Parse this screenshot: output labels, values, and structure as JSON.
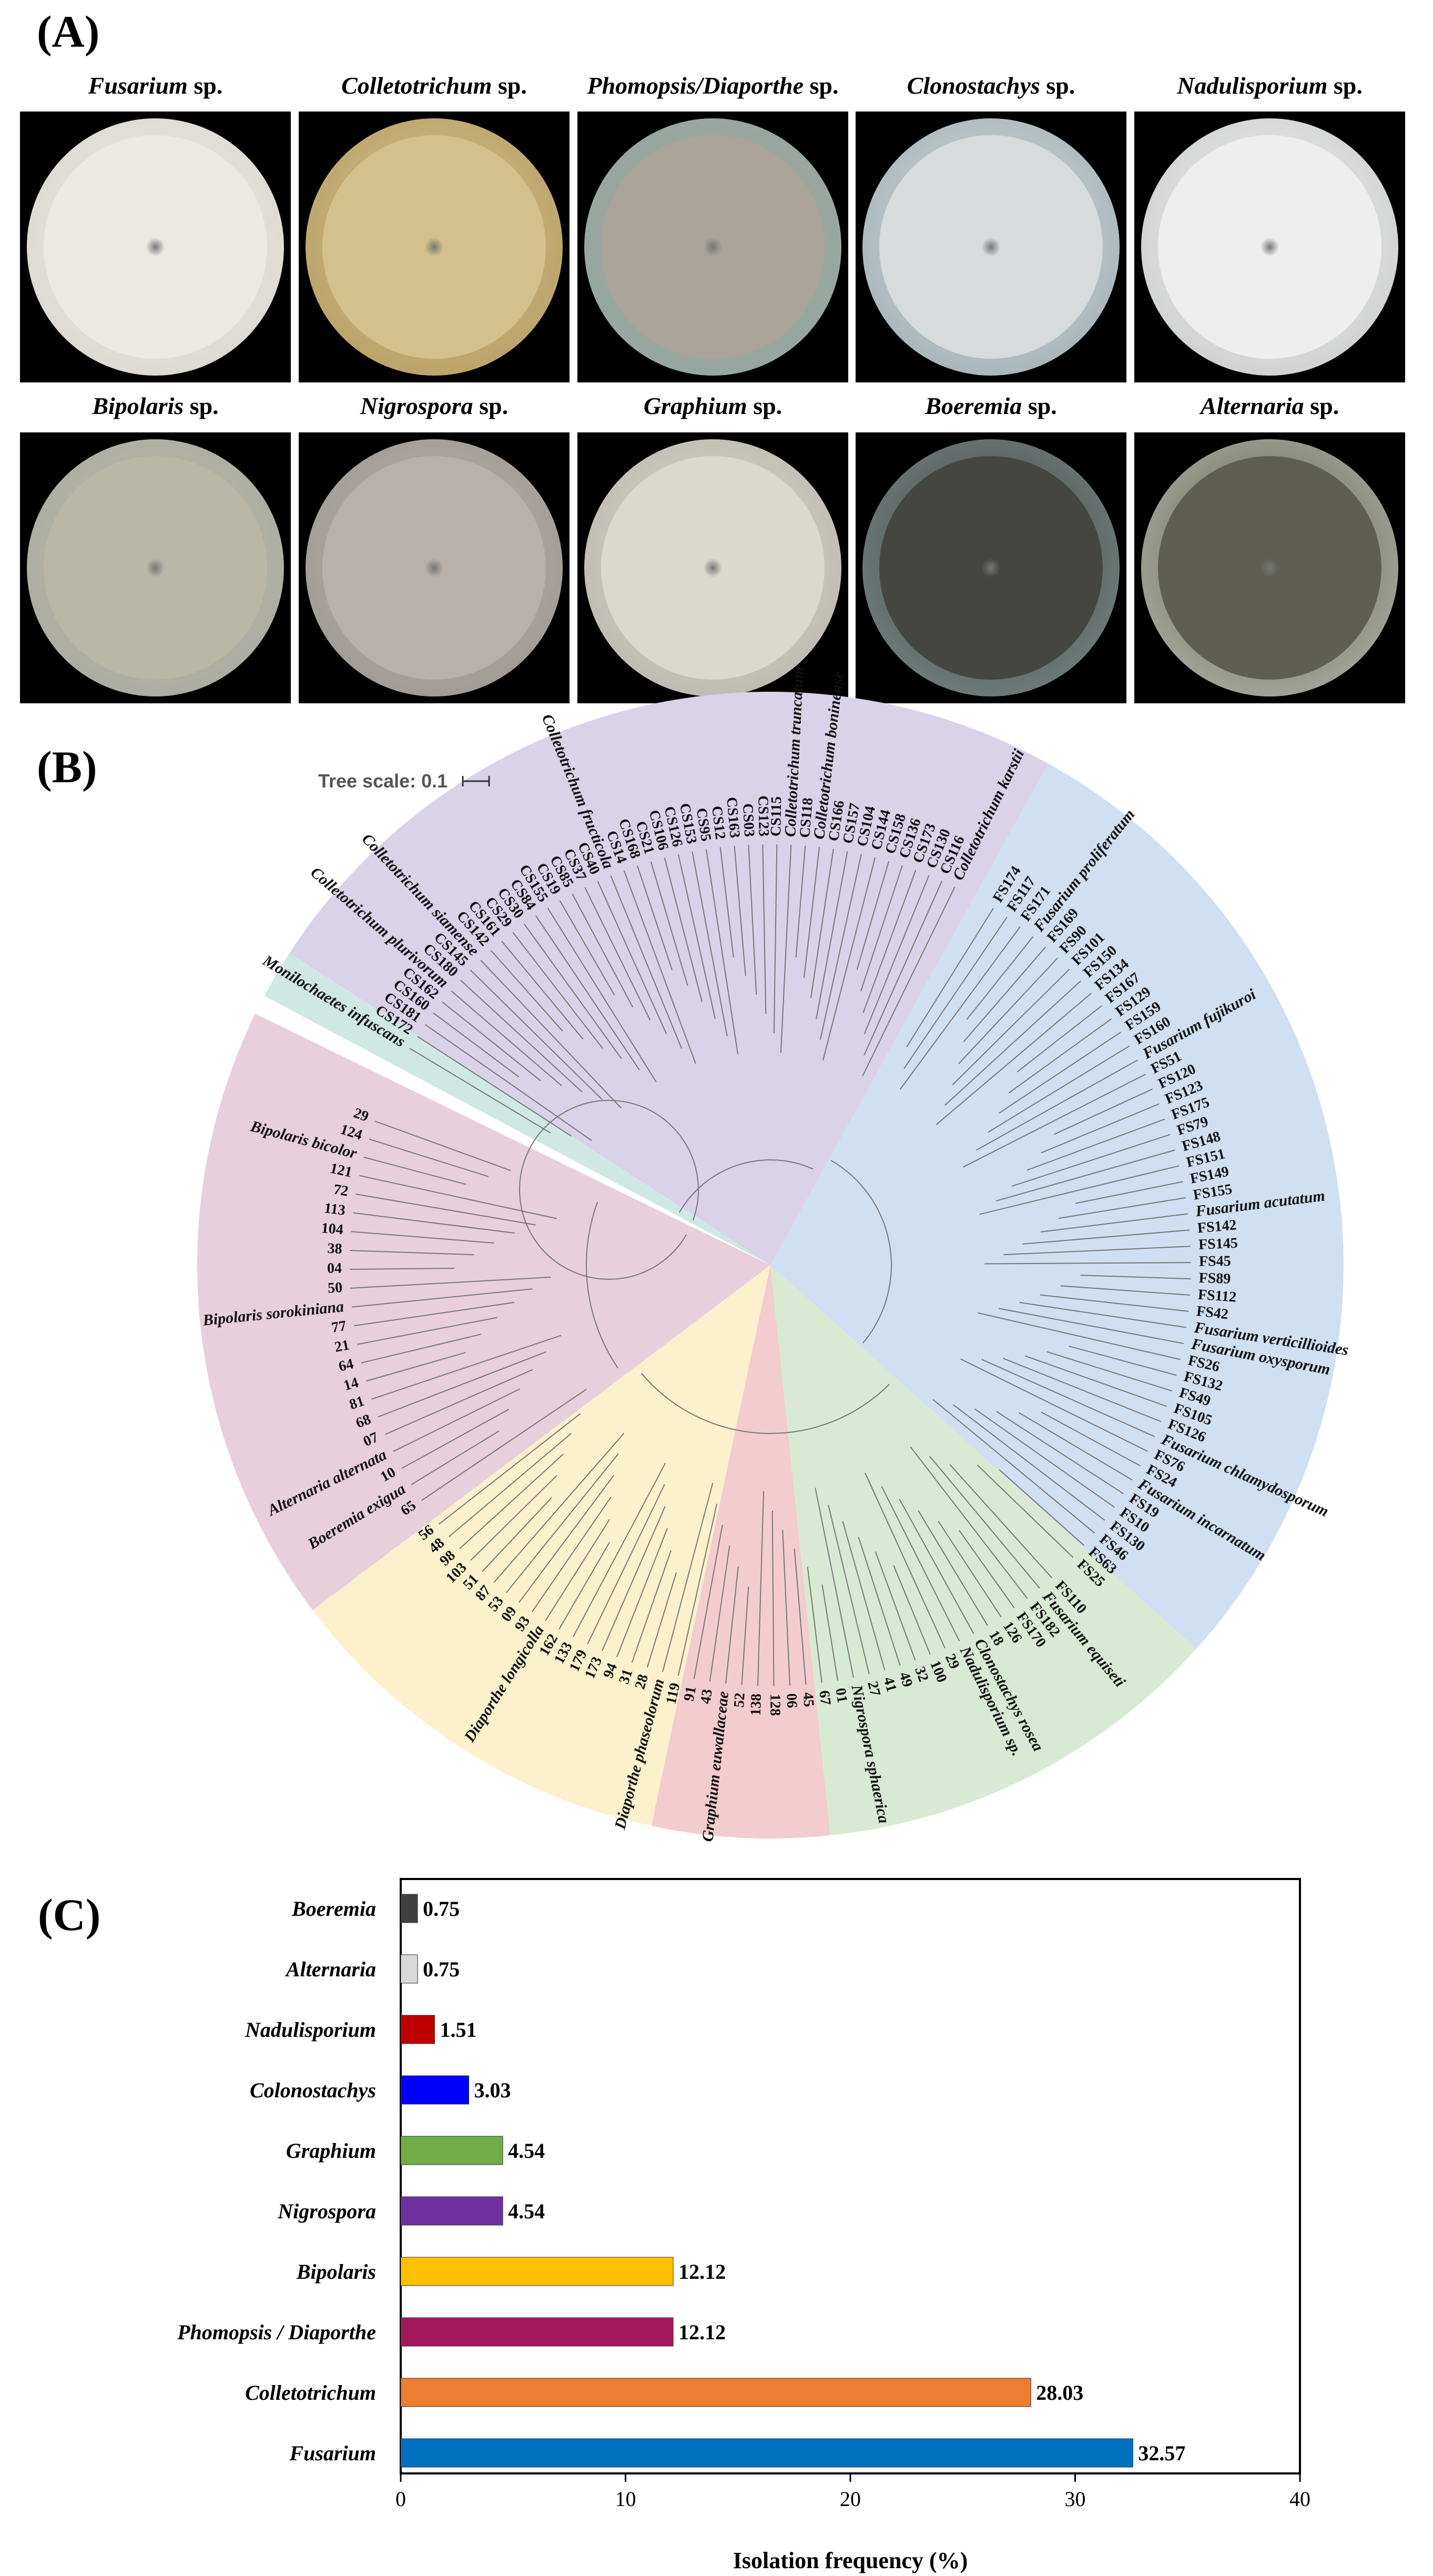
{
  "panels": {
    "a": "(A)",
    "b": "(B)",
    "c": "(C)"
  },
  "plates": [
    {
      "genus": "Fusarium",
      "suffix": " sp.",
      "dish": "#d8d5cd",
      "inner": "#ece9e3"
    },
    {
      "genus": "Colletotrichum",
      "suffix": " sp.",
      "dish": "#b39a60",
      "inner": "#d4c08c"
    },
    {
      "genus": "Phomopsis/Diaporthe",
      "suffix": " sp.",
      "dish": "#8fa7a3",
      "inner": "#a9a39a"
    },
    {
      "genus": "Clonostachys",
      "suffix": " sp.",
      "dish": "#9aaab0",
      "inner": "#d7dbdb"
    },
    {
      "genus": "Nadulisporium",
      "suffix": " sp.",
      "dish": "#c7c9c8",
      "inner": "#eeeeee"
    },
    {
      "genus": "Bipolaris",
      "suffix": " sp.",
      "dish": "#a8aaa2",
      "inner": "#b9b7a6"
    },
    {
      "genus": "Nigrospora",
      "suffix": " sp.",
      "dish": "#9a9590",
      "inner": "#b8b1ab"
    },
    {
      "genus": "Graphium",
      "suffix": " sp.",
      "dish": "#b5b2a8",
      "inner": "#dbd8cf"
    },
    {
      "genus": "Boeremia",
      "suffix": " sp.",
      "dish": "#7b8c8c",
      "inner": "#454541"
    },
    {
      "genus": "Alternaria",
      "suffix": " sp.",
      "dish": "#b9bbb0",
      "inner": "#5e5f52"
    }
  ],
  "tree": {
    "scale_label": "Tree scale: 0.1",
    "clades": [
      {
        "name": "Colletotrichum",
        "color": "#d9d2e8"
      },
      {
        "name": "Fusarium",
        "color": "#cfe0f2"
      },
      {
        "name": "Nigrospora/Clonostachys/Nadulisporium",
        "color": "#d8ead3"
      },
      {
        "name": "Graphium",
        "color": "#f2cccf"
      },
      {
        "name": "Diaporthe",
        "color": "#fdf1cd"
      },
      {
        "name": "Bipolaris/Alternaria/Boeremia",
        "color": "#e8cfdb"
      },
      {
        "name": "Monilochaetes",
        "color": "#cfe8e3"
      }
    ],
    "leaves": [
      "Colletotrichum karstii",
      "CS116",
      "CS130",
      "CS173",
      "CS136",
      "CS158",
      "CS144",
      "CS104",
      "CS157",
      "CS166",
      "Colletotrichum boninense",
      "CS118",
      "Colletotrichum truncatum",
      "CS115",
      "CS123",
      "CS03",
      "CS163",
      "CS12",
      "CS95",
      "CS153",
      "CS126",
      "CS106",
      "CS21",
      "CS168",
      "CS14",
      "Colletotrichum fructicola",
      "CS40",
      "CS37",
      "CS85",
      "CS19",
      "CS155",
      "CS84",
      "CS30",
      "CS29",
      "CS161",
      "CS142",
      "Colletotrichum siamense",
      "CS145",
      "CS180",
      "Colletotrichum plurivorum",
      "CS162",
      "CS160",
      "CS181",
      "CS172",
      "Monilochaetes infuscans",
      "29",
      "124",
      "Bipolaris bicolor",
      "121",
      "72",
      "113",
      "104",
      "38",
      "04",
      "50",
      "Bipolaris sorokiniana",
      "77",
      "21",
      "64",
      "14",
      "81",
      "68",
      "07",
      "Alternaria alternata",
      "10",
      "Boeremia exigua",
      "65",
      "56",
      "48",
      "98",
      "103",
      "51",
      "87",
      "53",
      "09",
      "93",
      "Diaporthe longicolla",
      "162",
      "133",
      "179",
      "173",
      "94",
      "31",
      "28",
      "Diaporthe phaseolorum",
      "119",
      "91",
      "43",
      "Graphium euwallaceae",
      "52",
      "138",
      "128",
      "06",
      "45",
      "67",
      "01",
      "Nigrospora sphaerica",
      "27",
      "41",
      "49",
      "32",
      "100",
      "29",
      "Nadulisporium sp.",
      "Clonostachys rosea",
      "18",
      "126",
      "FS170",
      "FS182",
      "Fusarium equiseti",
      "FS110",
      "FS25",
      "FS63",
      "FS46",
      "FS130",
      "FS10",
      "FS19",
      "Fusarium incarnatum",
      "FS24",
      "FS76",
      "Fusarium chlamydosporum",
      "FS126",
      "FS105",
      "FS49",
      "FS132",
      "FS26",
      "Fusarium oxysporum",
      "Fusarium verticillioides",
      "FS42",
      "FS112",
      "FS89",
      "FS45",
      "FS145",
      "FS142",
      "Fusarium acutatum",
      "FS155",
      "FS149",
      "FS151",
      "FS148",
      "FS79",
      "FS175",
      "FS123",
      "FS120",
      "FS51",
      "Fusarium fujikuroi",
      "FS160",
      "FS159",
      "FS129",
      "FS167",
      "FS134",
      "FS150",
      "FS101",
      "FS90",
      "FS169",
      "Fusarium proliferatum",
      "FS171",
      "FS117",
      "FS174"
    ]
  },
  "chart_data": {
    "type": "bar",
    "orientation": "horizontal",
    "categories": [
      "Boeremia",
      "Alternaria",
      "Nadulisporium",
      "Colonostachys",
      "Graphium",
      "Nigrospora",
      "Bipolaris",
      "Phomopsis / Diaporthe",
      "Colletotrichum",
      "Fusarium"
    ],
    "values": [
      0.75,
      0.75,
      1.51,
      3.03,
      4.54,
      4.54,
      12.12,
      12.12,
      28.03,
      32.57
    ],
    "value_labels": [
      "0.75",
      "0.75",
      "1.51",
      "3.03",
      "4.54",
      "4.54",
      "12.12",
      "12.12",
      "28.03",
      "32.57"
    ],
    "colors": [
      "#404040",
      "#d9d9d9",
      "#c00000",
      "#0000ff",
      "#70ad47",
      "#7030a0",
      "#ffc000",
      "#a3185d",
      "#ed7d31",
      "#0070c0"
    ],
    "xlabel": "Isolation frequency (%)",
    "ylabel": "",
    "xlim": [
      0,
      40
    ],
    "xticks": [
      "0",
      "10",
      "20",
      "30",
      "40"
    ]
  }
}
